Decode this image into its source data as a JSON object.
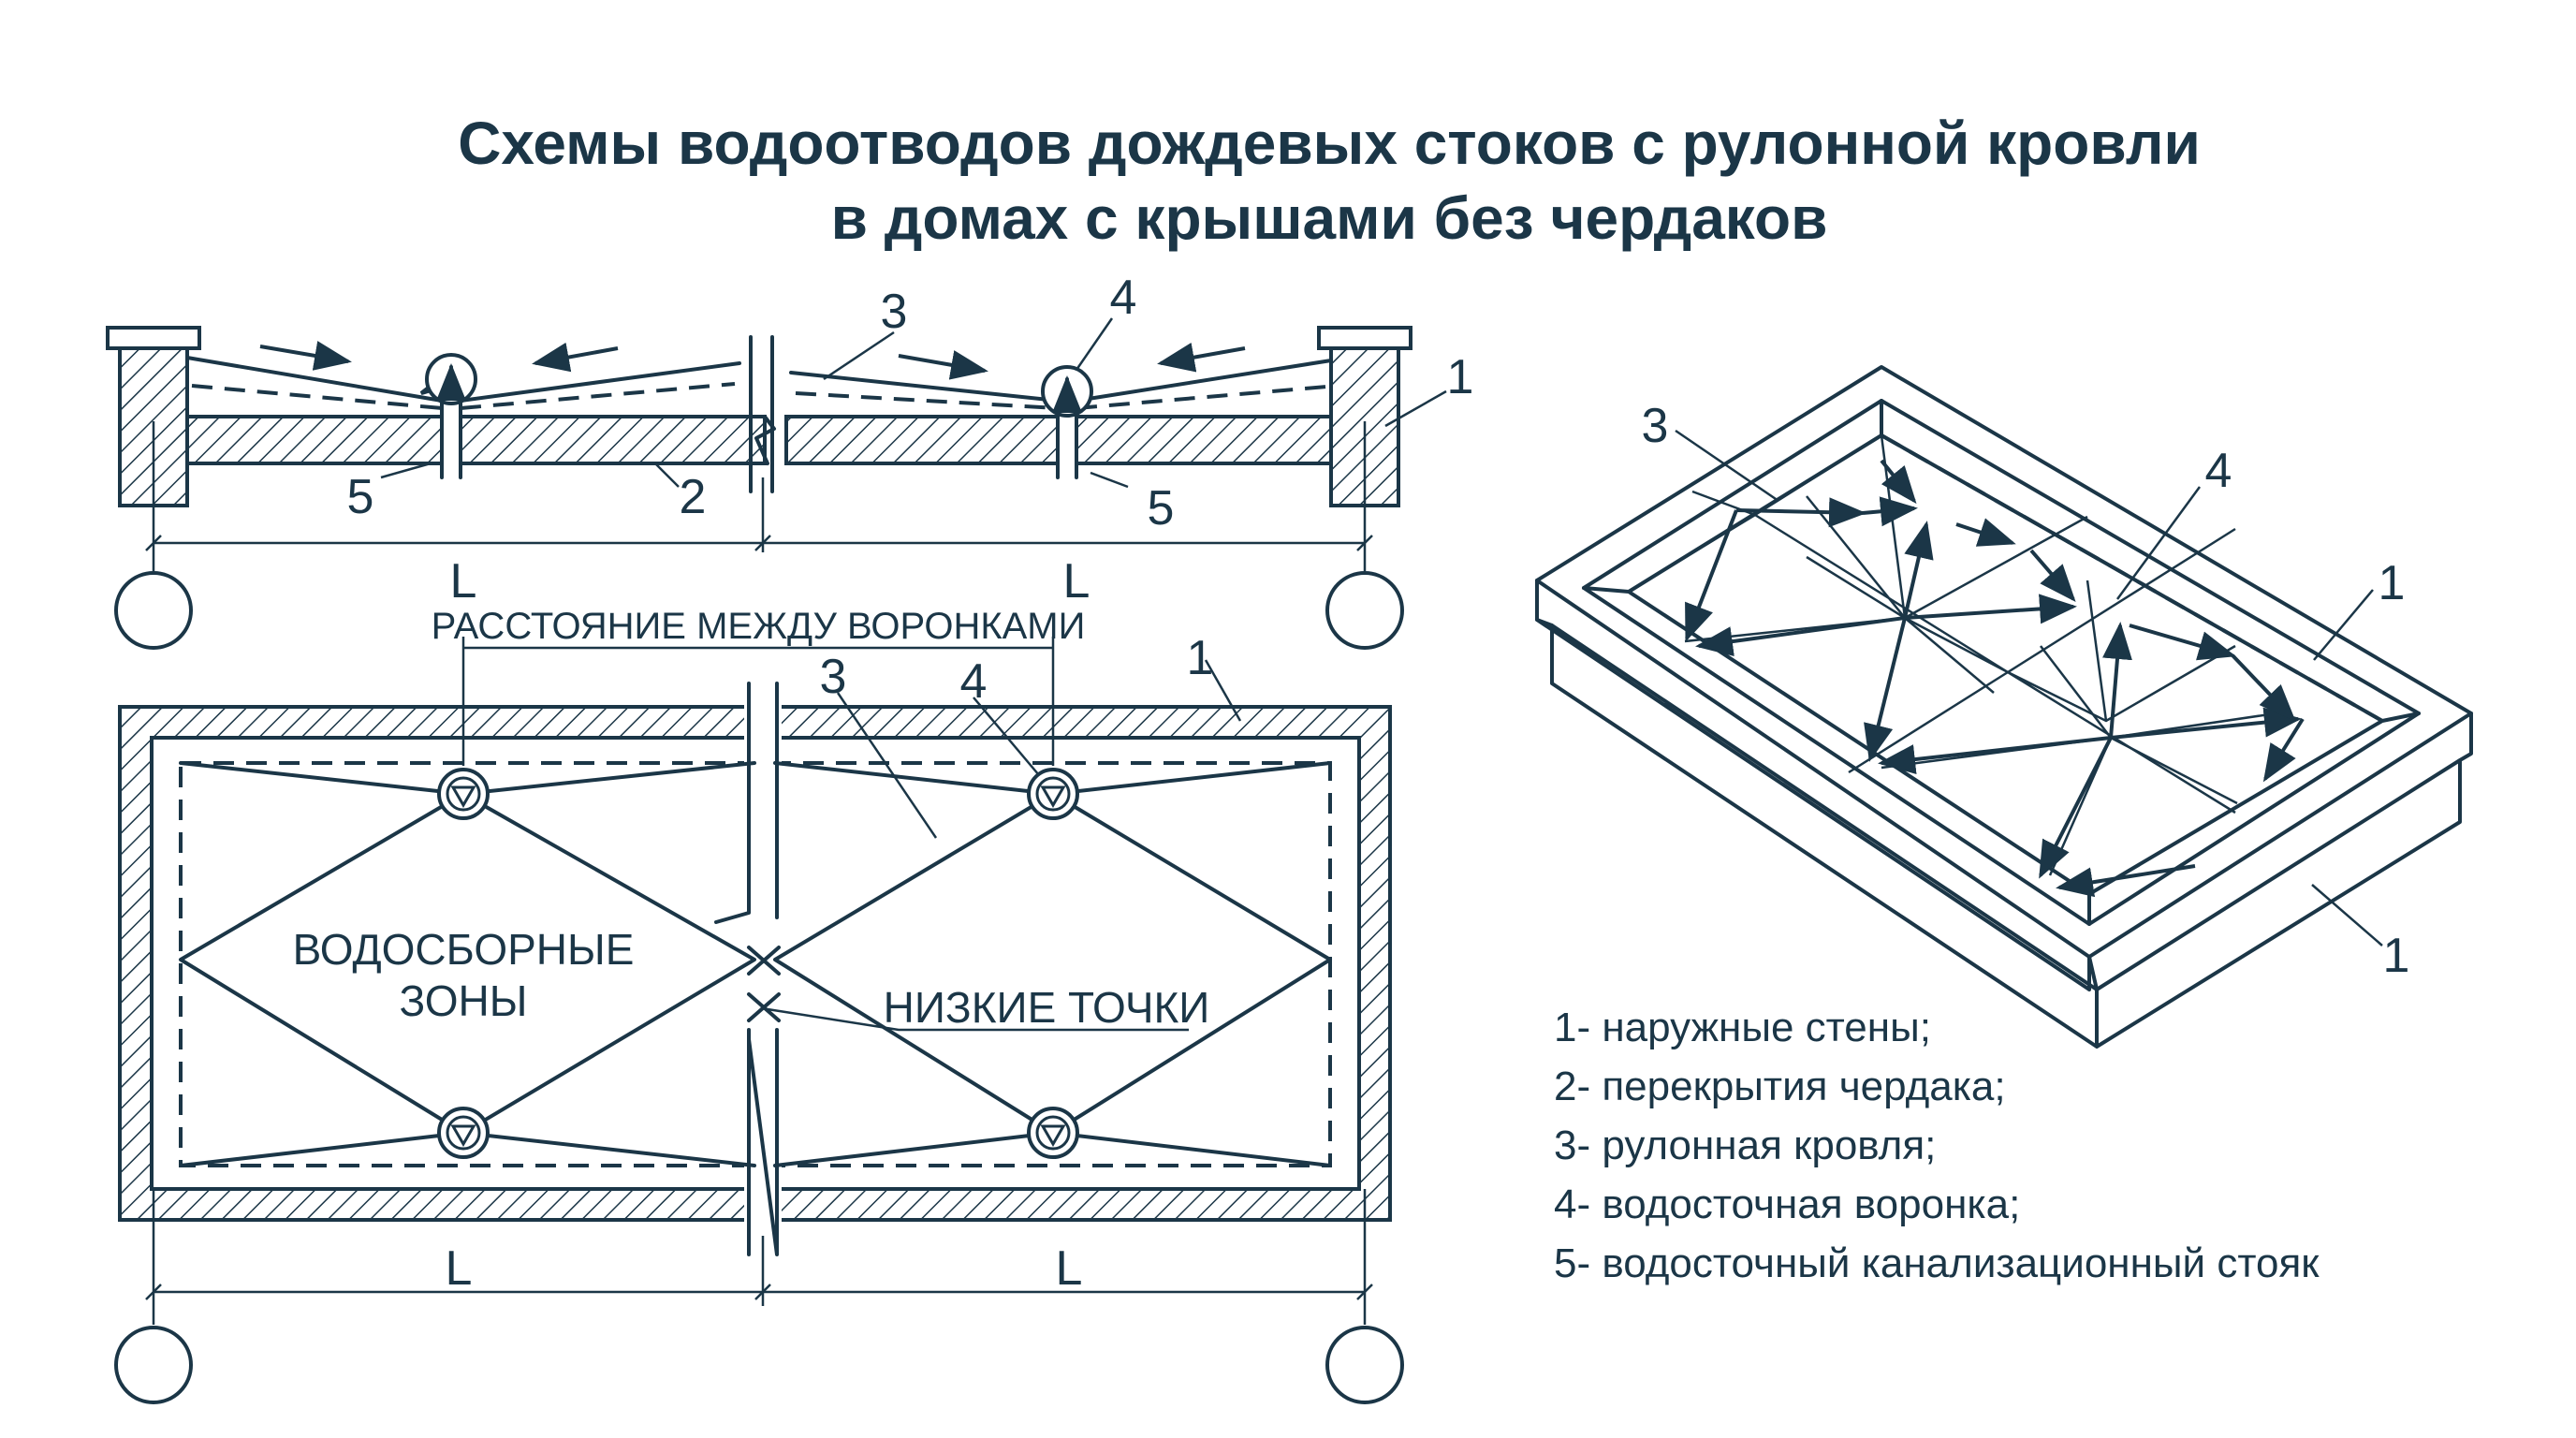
{
  "title": {
    "line1": "Схемы водоотводов дождевых стоков с рулонной кровли",
    "line2": "в домах с крышами без чердаков"
  },
  "section": {
    "numbers": {
      "n1": "1",
      "n2": "2",
      "n3": "3",
      "n4": "4",
      "n5a": "5",
      "n5b": "5"
    },
    "span_left": "L",
    "span_right": "L"
  },
  "plan": {
    "dimension_label": "РАССТОЯНИЕ МЕЖДУ ВОРОНКАМИ",
    "zones_label_1": "ВОДОСБОРНЫЕ",
    "zones_label_2": "ЗОНЫ",
    "low_points_label": "НИЗКИЕ ТОЧКИ",
    "numbers": {
      "n1": "1",
      "n3": "3",
      "n4": "4"
    },
    "span_left": "L",
    "span_right": "L"
  },
  "iso": {
    "numbers": {
      "n3": "3",
      "n4": "4",
      "n1a": "1",
      "n1b": "1"
    }
  },
  "legend": [
    "1- наружные стены;",
    "2- перекрытия чердака;",
    "3- рулонная кровля;",
    "4- водосточная воронка;",
    "5- водосточный канализационный стояк"
  ]
}
